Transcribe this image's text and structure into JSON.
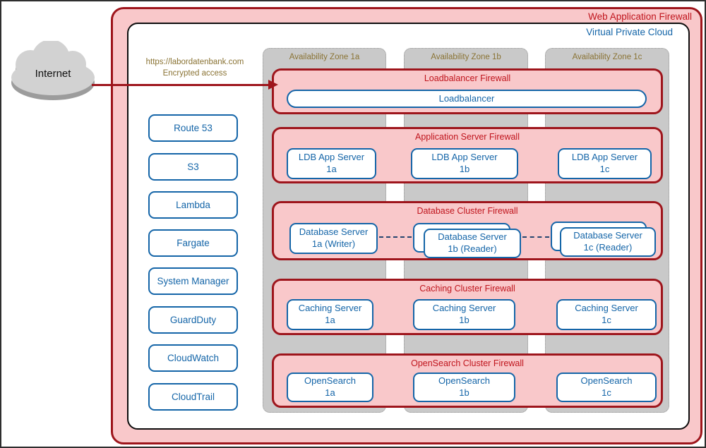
{
  "internet": {
    "label": "Internet"
  },
  "connection": {
    "url": "https://labordatenbank.com",
    "caption": "Encrypted access"
  },
  "waf": {
    "label": "Web Application Firewall"
  },
  "vpc": {
    "label": "Virtual Private Cloud"
  },
  "zones": [
    {
      "label": "Availability Zone 1a"
    },
    {
      "label": "Availability Zone 1b"
    },
    {
      "label": "Availability Zone 1c"
    }
  ],
  "services": [
    {
      "label": "Route 53"
    },
    {
      "label": "S3"
    },
    {
      "label": "Lambda"
    },
    {
      "label": "Fargate"
    },
    {
      "label": "System Manager"
    },
    {
      "label": "GuardDuty"
    },
    {
      "label": "CloudWatch"
    },
    {
      "label": "CloudTrail"
    }
  ],
  "firewalls": [
    {
      "label": "Loadbalancer Firewall",
      "nodes": [
        {
          "line1": "Loadbalancer"
        }
      ]
    },
    {
      "label": "Application Server Firewall",
      "nodes": [
        {
          "line1": "LDB App Server",
          "line2": "1a"
        },
        {
          "line1": "LDB App Server",
          "line2": "1b"
        },
        {
          "line1": "LDB App Server",
          "line2": "1c"
        }
      ]
    },
    {
      "label": "Database Cluster Firewall",
      "nodes": [
        {
          "line1": "Database Server",
          "line2": "1a (Writer)"
        },
        {
          "line1": "Database Server",
          "line2": "1b (Reader)"
        },
        {
          "line1": "Database Server",
          "line2": "1c (Reader)"
        }
      ]
    },
    {
      "label": "Caching Cluster Firewall",
      "nodes": [
        {
          "line1": "Caching Server",
          "line2": "1a"
        },
        {
          "line1": "Caching Server",
          "line2": "1b"
        },
        {
          "line1": "Caching Server",
          "line2": "1c"
        }
      ]
    },
    {
      "label": "OpenSearch Cluster Firewall",
      "nodes": [
        {
          "line1": "OpenSearch",
          "line2": "1a"
        },
        {
          "line1": "OpenSearch",
          "line2": "1b"
        },
        {
          "line1": "OpenSearch",
          "line2": "1c"
        }
      ]
    }
  ],
  "colors": {
    "firewall_fill": "#f9c8ca",
    "firewall_border": "#9e151c",
    "firewall_label": "#c0151d",
    "node_blue": "#1465a8",
    "zone_fill": "#c9c9c9",
    "zone_label": "#8a7334",
    "arrow": "#9e151c",
    "replication_dash": "#25456f"
  }
}
